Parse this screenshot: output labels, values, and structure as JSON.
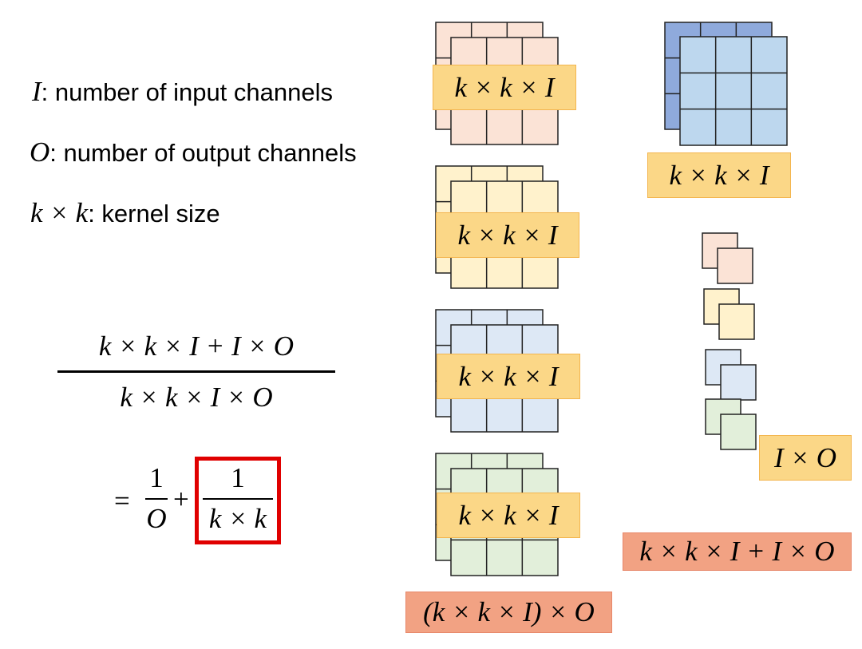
{
  "legend": {
    "input_sym": "I",
    "input_desc": ": number of input channels",
    "output_sym": "O",
    "output_desc": ": number of output channels",
    "kernel_sym": "k × k",
    "kernel_desc": ": kernel size"
  },
  "ratio": {
    "numerator": "k × k × I + I × O",
    "denominator": "k × k × I × O",
    "equals": "=",
    "term1_num": "1",
    "term1_den": "O",
    "plus": "+",
    "term2_num": "1",
    "term2_den": "k × k"
  },
  "standard_conv": {
    "kernel_labels": [
      "k × k × I",
      "k × k × I",
      "k × k × I",
      "k × k × I"
    ],
    "kernel_colors": [
      "#fbe3d6",
      "#fff2cc",
      "#dde8f5",
      "#e2efda"
    ],
    "total_label": "(k × k × I) × O"
  },
  "separable_conv": {
    "depthwise_label": "k × k × I",
    "depthwise_color": "#bdd7ee",
    "depthwise_back_color": "#8faadc",
    "pointwise_label": "I × O",
    "total_label": "k × k × I + I × O"
  },
  "colors": {
    "label_bg": "#fbd787",
    "total_bg": "#f2a283",
    "highlight_box": "#e00000"
  }
}
